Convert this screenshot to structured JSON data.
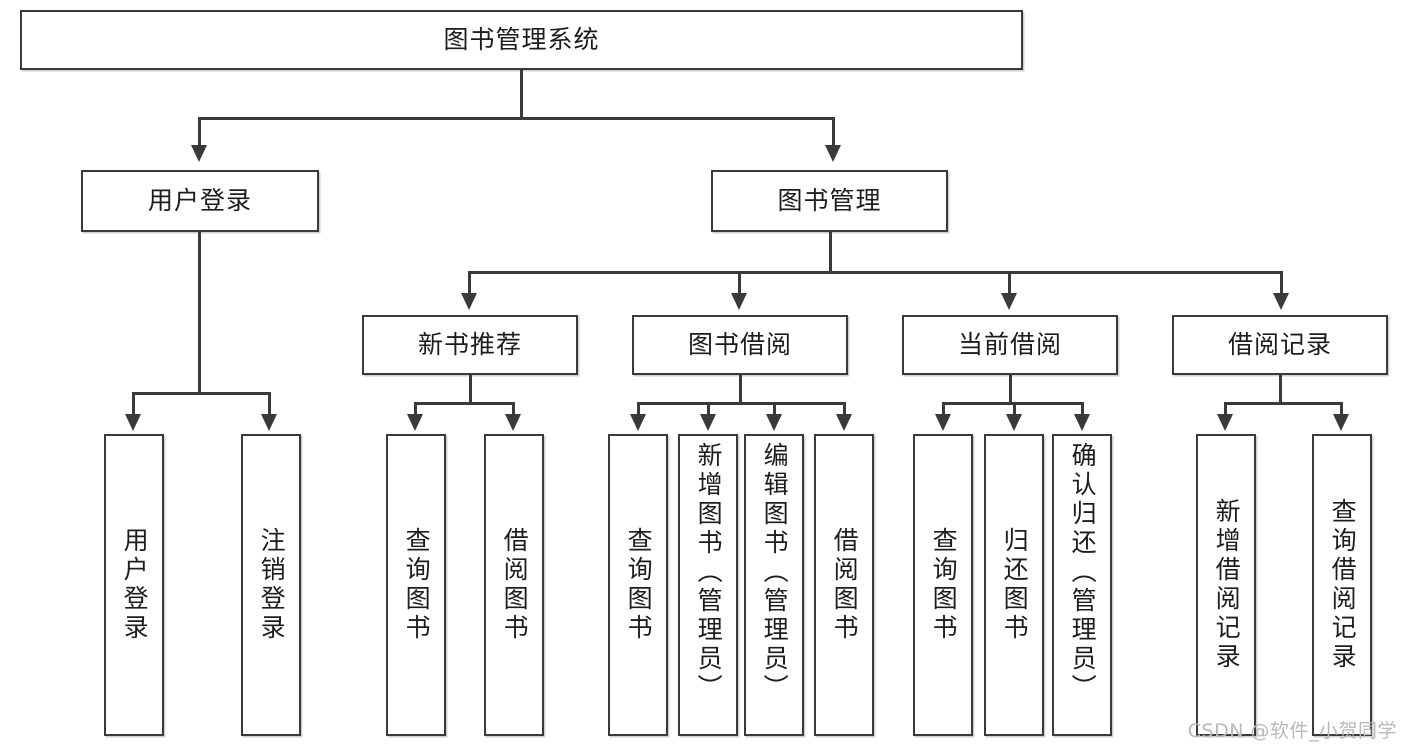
{
  "diagram": {
    "title": "图书管理系统",
    "watermark": "CSDN @软件_小贺同学",
    "type": "tree",
    "levels": 4,
    "nodes": {
      "root": "图书管理系统",
      "l2": {
        "user_login": "用户登录",
        "book_manage": "图书管理"
      },
      "l3": {
        "new_book_recommend": "新书推荐",
        "book_borrow": "图书借阅",
        "current_borrow": "当前借阅",
        "borrow_record": "借阅记录"
      },
      "leaves": {
        "user_login_1": "用户登录",
        "user_login_2": "注销登录",
        "recommend_1": "查询图书",
        "recommend_2": "借阅图书",
        "borrow_1": "查询图书",
        "borrow_2": "新增图书（管理员）",
        "borrow_3": "编辑图书（管理员）",
        "borrow_4": "借阅图书",
        "current_1": "查询图书",
        "current_2": "归还图书",
        "current_3": "确认归还（管理员）",
        "record_1": "新增借阅记录",
        "record_2": "查询借阅记录"
      }
    },
    "colors": {
      "stroke": "#3a3a3a",
      "fill": "#ffffff",
      "text": "#1d1d1d",
      "watermark": "#b9b9b9"
    }
  }
}
